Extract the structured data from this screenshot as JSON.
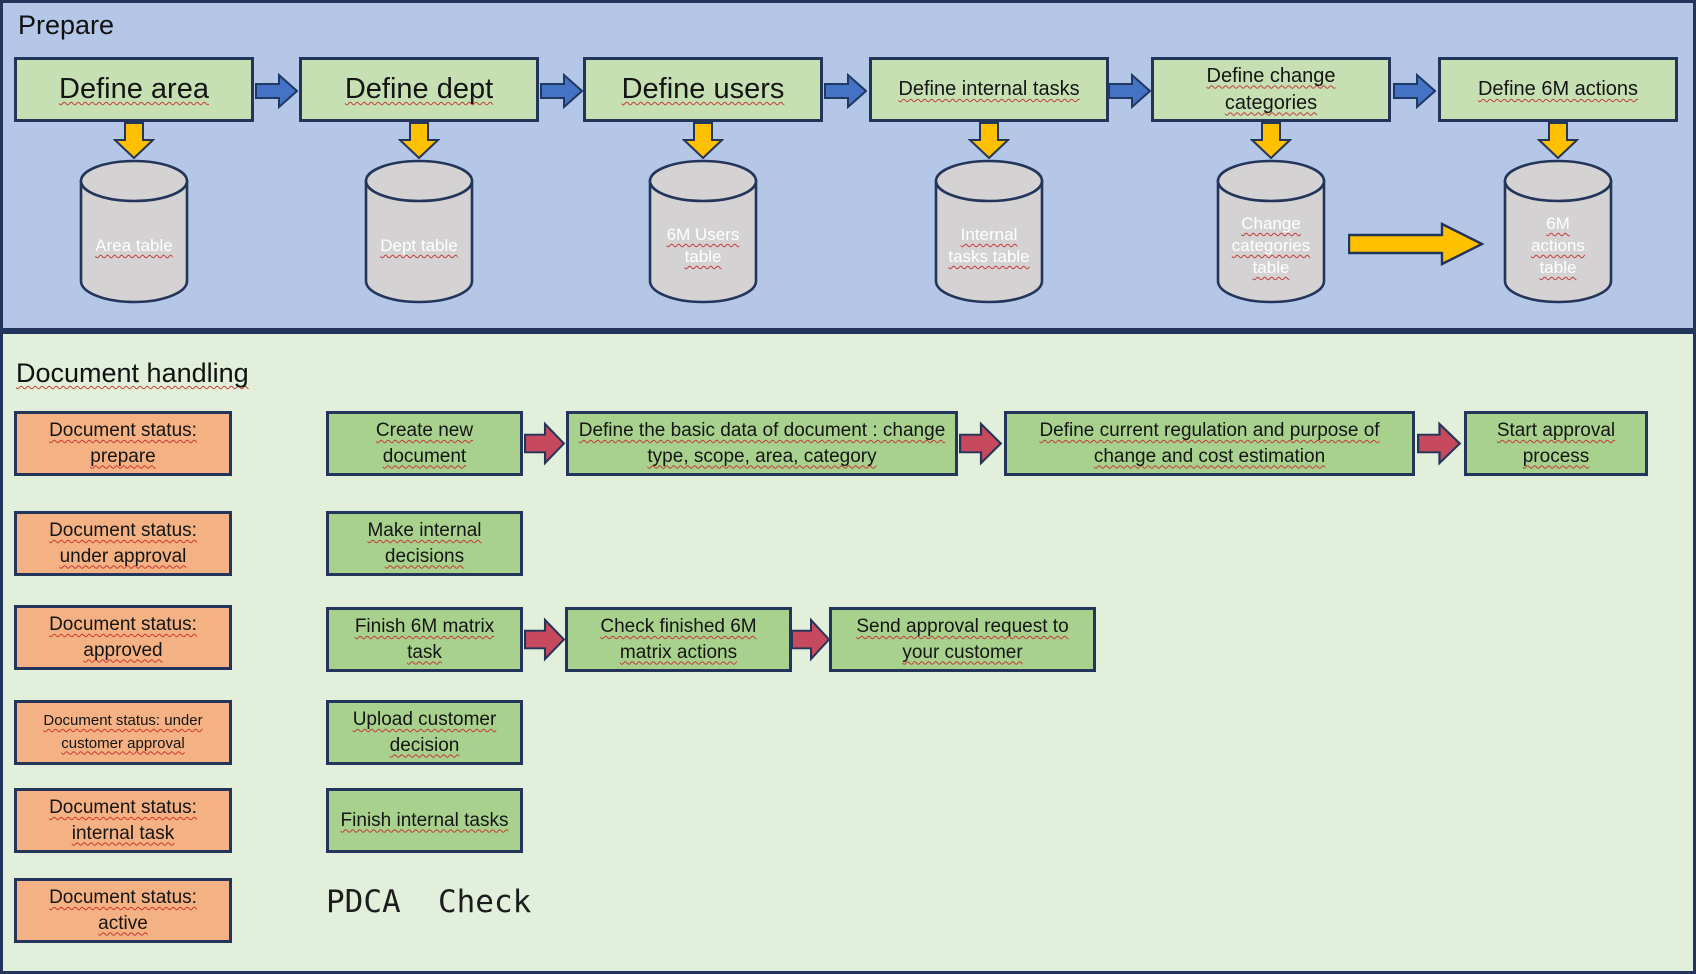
{
  "colors": {
    "top_section_bg": "#b4c7e7",
    "bottom_section_bg": "#e2efda",
    "top_step_box": "#c6e0b4",
    "flow_box": "#a9d18e",
    "status_box": "#f4b183",
    "cylinder": "#d4d2d2",
    "arrow_blue": "#4472c4",
    "arrow_yellow": "#ffc000",
    "arrow_red": "#c6495e",
    "border": "#23355b",
    "spellcheck_underline": "#c42a2a"
  },
  "prepare": {
    "title": "Prepare",
    "steps": [
      {
        "label": "Define area",
        "table": "Area table"
      },
      {
        "label": "Define dept",
        "table": "Dept table"
      },
      {
        "label": "Define users",
        "table": "6M Users table"
      },
      {
        "label": "Define internal tasks",
        "table": "Internal tasks table"
      },
      {
        "label": "Define change categories",
        "table": "Change categories table"
      },
      {
        "label": "Define 6M actions",
        "table": "6M actions table"
      }
    ]
  },
  "document_handling": {
    "title": "Document handling",
    "statuses": [
      {
        "label": "Document status: prepare"
      },
      {
        "label": "Document status: under approval"
      },
      {
        "label": "Document status: approved"
      },
      {
        "label": "Document status: under customer approval"
      },
      {
        "label": "Document status: internal task"
      },
      {
        "label": "Document status: active"
      }
    ],
    "flows": [
      {
        "steps": [
          "Create new document",
          "Define the basic data of document : change type, scope, area, category",
          "Define current regulation and purpose of change and cost estimation",
          "Start approval process"
        ]
      },
      {
        "steps": [
          "Make internal decisions"
        ]
      },
      {
        "steps": [
          "Finish 6M matrix task",
          "Check finished 6M matrix actions",
          "Send approval request to your customer"
        ]
      },
      {
        "steps": [
          "Upload customer decision"
        ]
      },
      {
        "steps": [
          "Finish internal tasks"
        ]
      }
    ],
    "pdca_label": "PDCA  Check"
  }
}
